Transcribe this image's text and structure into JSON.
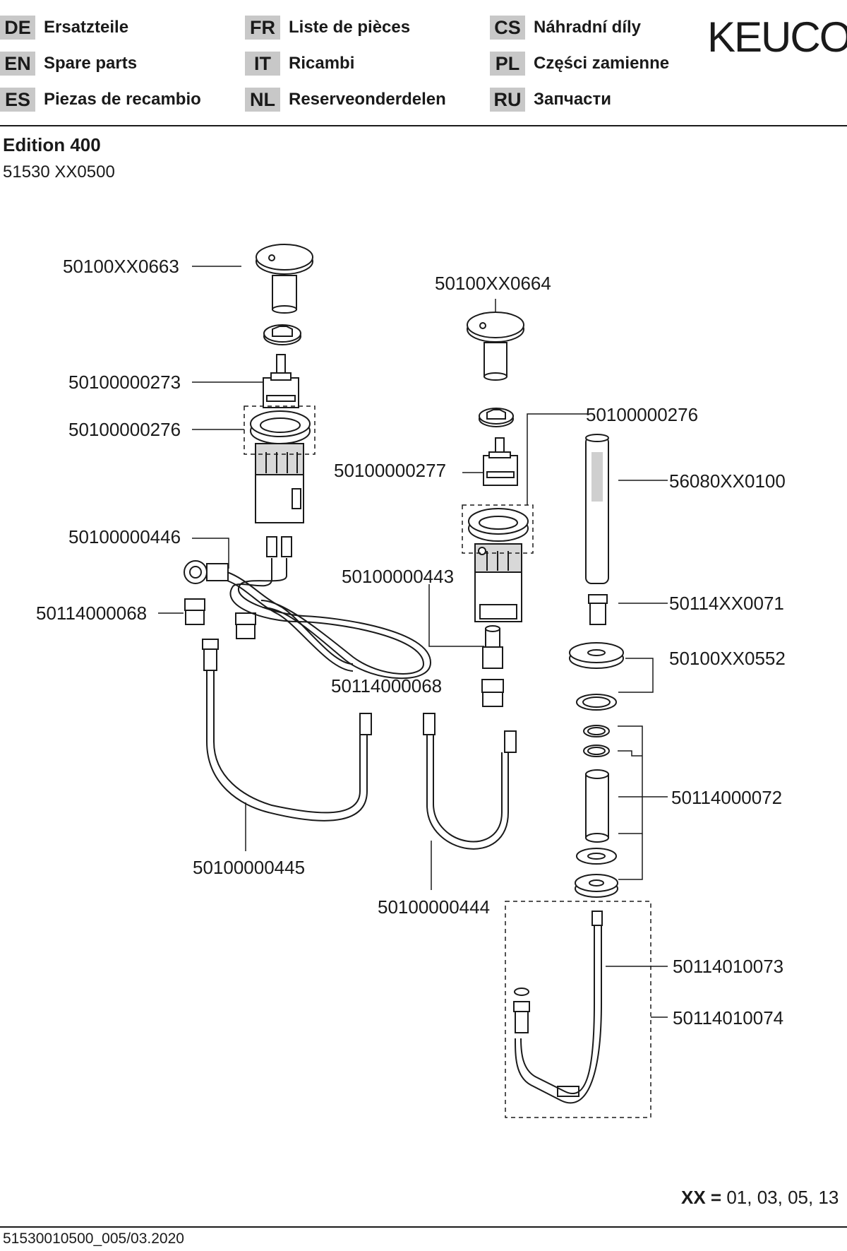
{
  "header": {
    "languages": [
      {
        "code": "DE",
        "label": "Ersatzteile"
      },
      {
        "code": "EN",
        "label": "Spare parts"
      },
      {
        "code": "ES",
        "label": "Piezas de recambio"
      },
      {
        "code": "FR",
        "label": "Liste de pièces"
      },
      {
        "code": "IT",
        "label": "Ricambi"
      },
      {
        "code": "NL",
        "label": "Reserveonderdelen"
      },
      {
        "code": "CS",
        "label": "Náhradní díly"
      },
      {
        "code": "PL",
        "label": "Części zamienne"
      },
      {
        "code": "RU",
        "label": "Запчасти"
      }
    ],
    "logo": "KEUCO"
  },
  "product": {
    "name": "Edition 400",
    "code": "51530 XX0500"
  },
  "parts": [
    "50100XX0663",
    "50100XX0664",
    "50100000273",
    "50100000276",
    "50100000276",
    "50100000277",
    "56080XX0100",
    "50100000446",
    "50100000443",
    "50114000068",
    "50114XX0071",
    "50100XX0552",
    "50114000068",
    "50114000072",
    "50100000445",
    "50100000444",
    "50114010073",
    "50114010074"
  ],
  "footer": {
    "xx_key": "XX =",
    "xx_values": "01, 03, 05, 13",
    "doc_code": "51530010500_005/03.2020"
  }
}
